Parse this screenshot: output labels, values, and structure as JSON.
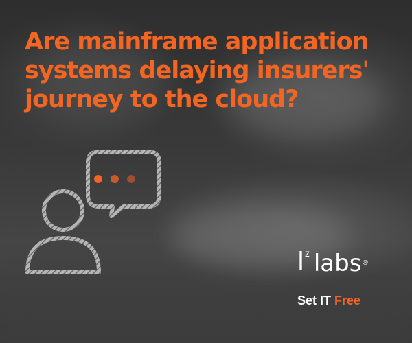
{
  "headline": {
    "line1": "Are mainframe application",
    "line2": "systems delaying insurers'",
    "line3": "journey to the cloud?"
  },
  "brand": {
    "logo_l": "l",
    "logo_z": "z",
    "logo_labs": "labs",
    "logo_registered": "®",
    "tagline_part1": "Set IT ",
    "tagline_part2": "Free"
  },
  "colors": {
    "accent": "#f26522",
    "text": "#ffffff",
    "icon_stroke": "#9a9a9a"
  },
  "icons": {
    "illustration": "people-conversation-icon",
    "dots": "typing-dots-icon"
  }
}
